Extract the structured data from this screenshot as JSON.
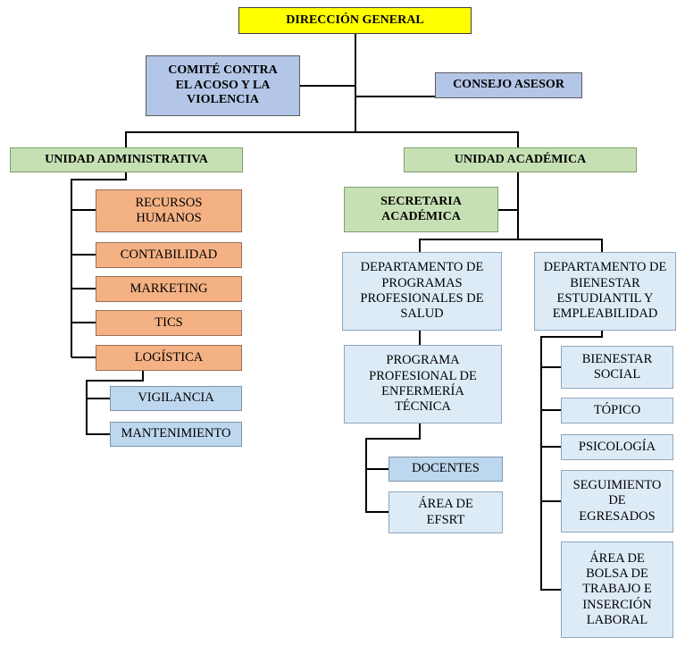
{
  "nodes": {
    "direccion_general": "DIRECCIÓN GENERAL",
    "comite": "COMITÉ CONTRA\nEL ACOSO Y LA\nVIOLENCIA",
    "consejo_asesor": "CONSEJO ASESOR",
    "unidad_administrativa": "UNIDAD ADMINISTRATIVA",
    "unidad_academica": "UNIDAD ACADÉMICA",
    "recursos_humanos": "RECURSOS\nHUMANOS",
    "contabilidad": "CONTABILIDAD",
    "marketing": "MARKETING",
    "tics": "TICS",
    "logistica": "LOGÍSTICA",
    "vigilancia": "VIGILANCIA",
    "mantenimiento": "MANTENIMIENTO",
    "secretaria_academica": "SECRETARIA\nACADÉMICA",
    "depto_programas": "DEPARTAMENTO DE\nPROGRAMAS\nPROFESIONALES DE\nSALUD",
    "depto_bienestar": "DEPARTAMENTO DE\nBIENESTAR\nESTUDIANTIL Y\nEMPLEABILIDAD",
    "programa_enfermeria": "PROGRAMA\nPROFESIONAL DE\nENFERMERÍA\nTÉCNICA",
    "docentes": "DOCENTES",
    "area_efsrt": "ÁREA DE\nEFSRT",
    "bienestar_social": "BIENESTAR\nSOCIAL",
    "topico": "TÓPICO",
    "psicologia": "PSICOLOGÍA",
    "seguimiento_egresados": "SEGUIMIENTO\nDE\nEGRESADOS",
    "bolsa_trabajo": "ÁREA DE\nBOLSA DE\nTRABAJO E\nINSERCIÓN\nLABORAL"
  },
  "colors": {
    "top": "#ffff00",
    "advisory": "#b4c6e7",
    "unit": "#c6e0b4",
    "admin_area": "#f4b183",
    "admin_sub": "#bdd7ee",
    "academic_area": "#ddebf7",
    "connector": "#000000"
  }
}
